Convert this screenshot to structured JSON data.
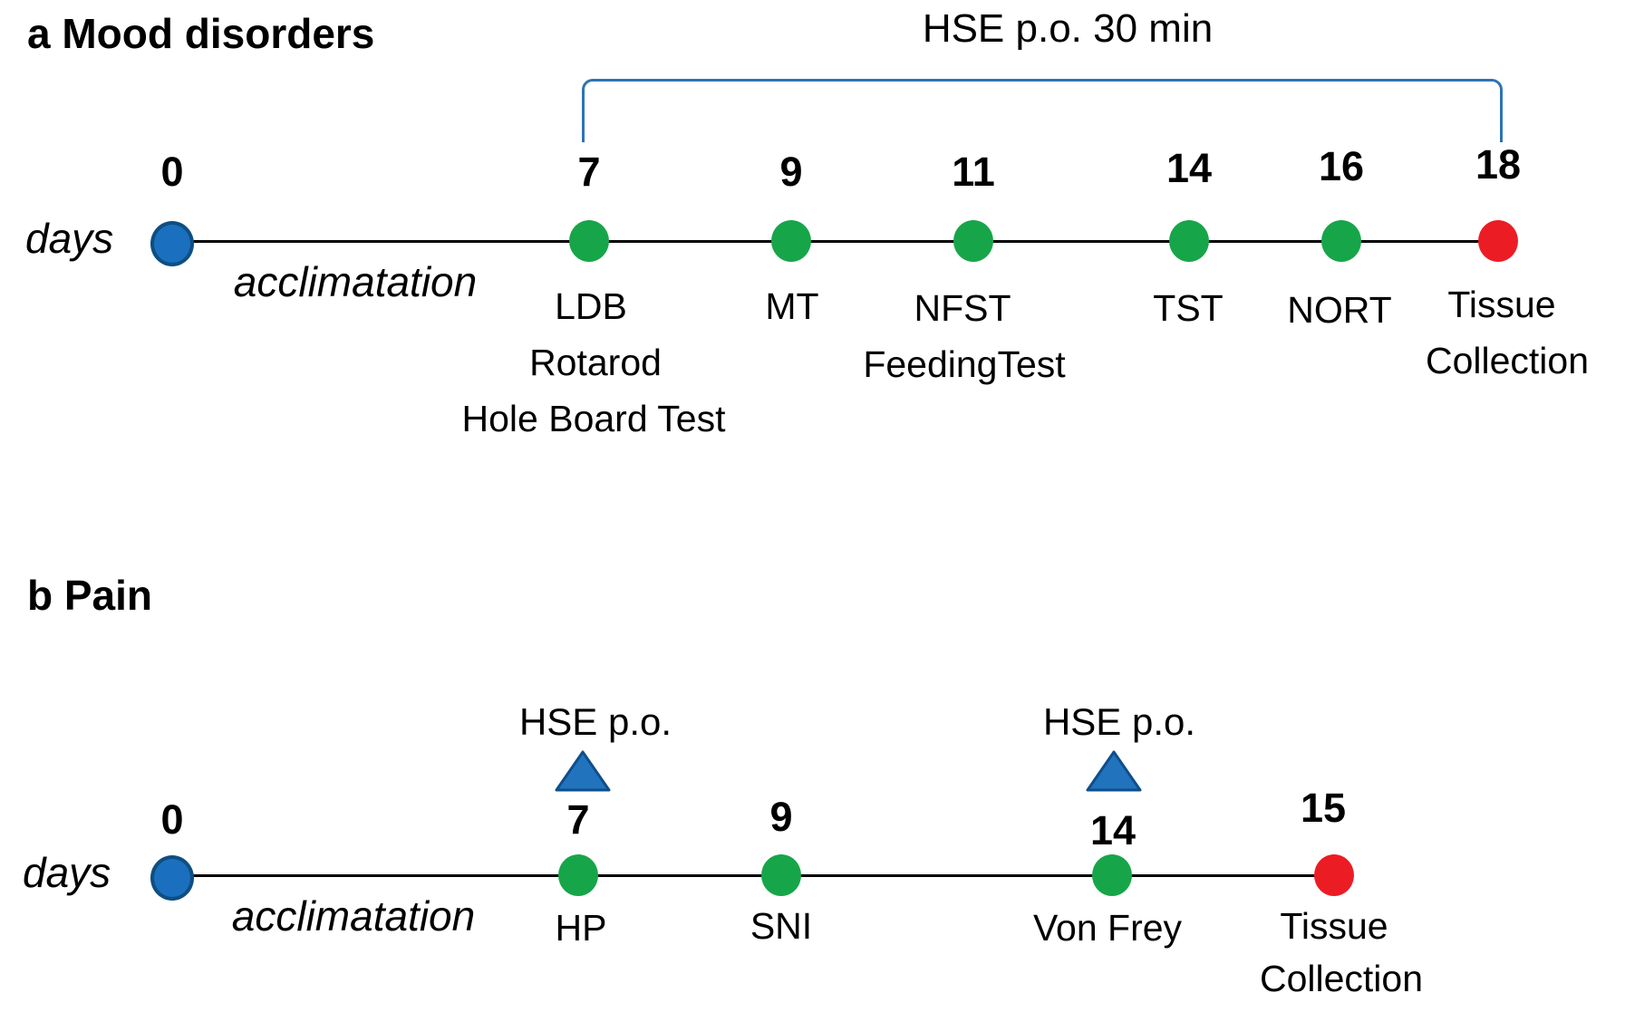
{
  "colors": {
    "start_dot": "#1b6fbf",
    "start_dot_border": "#0e4f81",
    "test_dot": "#17a54a",
    "end_dot": "#ec1c24",
    "bracket": "#2e74b5",
    "triangle_fill": "#2173bd",
    "triangle_border": "#0f4e8c",
    "timeline": "#000000",
    "text": "#000000"
  },
  "panel_a": {
    "title": "a Mood disorders",
    "axis_label": "days",
    "phase_label": "acclimatation",
    "bracket_label": "HSE p.o. 30 min",
    "events": [
      {
        "day": 0,
        "marker": "start",
        "labels": []
      },
      {
        "day": 7,
        "marker": "test",
        "labels": [
          "LDB",
          "Rotarod",
          "Hole Board Test"
        ]
      },
      {
        "day": 9,
        "marker": "test",
        "labels": [
          "MT"
        ]
      },
      {
        "day": 11,
        "marker": "test",
        "labels": [
          "NFST",
          "FeedingTest"
        ]
      },
      {
        "day": 14,
        "marker": "test",
        "labels": [
          "TST"
        ]
      },
      {
        "day": 16,
        "marker": "test",
        "labels": [
          "NORT"
        ]
      },
      {
        "day": 18,
        "marker": "end",
        "labels": [
          "Tissue",
          "Collection"
        ]
      }
    ]
  },
  "panel_b": {
    "title": "b Pain",
    "axis_label": "days",
    "phase_label": "acclimatation",
    "events": [
      {
        "day": 0,
        "marker": "start",
        "labels": []
      },
      {
        "day": 7,
        "marker": "test",
        "labels": [
          "HP"
        ],
        "dose": "HSE p.o."
      },
      {
        "day": 9,
        "marker": "test",
        "labels": [
          "SNI"
        ]
      },
      {
        "day": 14,
        "marker": "test",
        "labels": [
          "Von Frey"
        ],
        "dose": "HSE p.o."
      },
      {
        "day": 15,
        "marker": "end",
        "labels": [
          "Tissue",
          "Collection"
        ]
      }
    ]
  }
}
